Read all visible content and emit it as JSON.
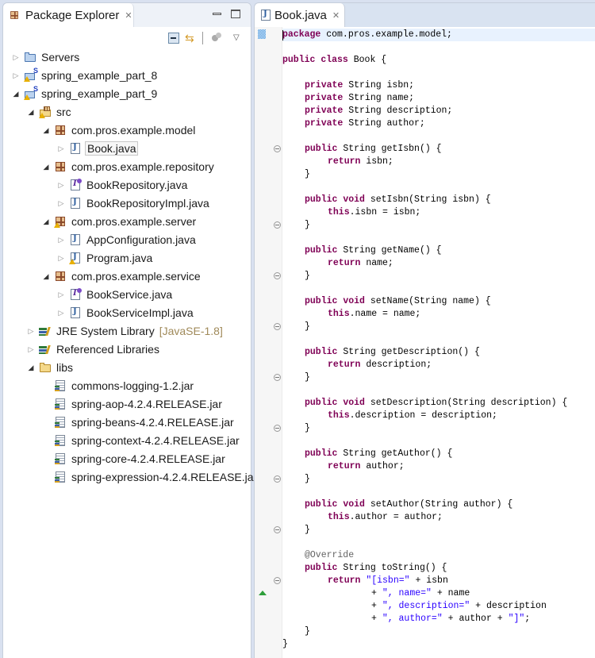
{
  "explorer": {
    "tab_title": "Package Explorer",
    "close_glyph": "✕",
    "toolbar": {
      "collapse_all": "collapse-all",
      "link_with_editor": "⇆",
      "view_menu": "▽"
    },
    "tree": [
      {
        "label": "Servers",
        "depth": 0,
        "icon": "folder-blue",
        "expanded": false
      },
      {
        "label": "spring_example_part_8",
        "depth": 0,
        "icon": "project",
        "expanded": false
      },
      {
        "label": "spring_example_part_9",
        "depth": 0,
        "icon": "project",
        "expanded": true
      },
      {
        "label": "src",
        "depth": 1,
        "icon": "source-folder",
        "expanded": true
      },
      {
        "label": "com.pros.example.model",
        "depth": 2,
        "icon": "package",
        "expanded": true
      },
      {
        "label": "Book.java",
        "depth": 3,
        "icon": "java-file",
        "expanded": false,
        "selected": true
      },
      {
        "label": "com.pros.example.repository",
        "depth": 2,
        "icon": "package",
        "expanded": true
      },
      {
        "label": "BookRepository.java",
        "depth": 3,
        "icon": "interface-file",
        "expanded": false
      },
      {
        "label": "BookRepositoryImpl.java",
        "depth": 3,
        "icon": "java-file",
        "expanded": false
      },
      {
        "label": "com.pros.example.server",
        "depth": 2,
        "icon": "package-warning",
        "expanded": true
      },
      {
        "label": "AppConfiguration.java",
        "depth": 3,
        "icon": "java-file",
        "expanded": false
      },
      {
        "label": "Program.java",
        "depth": 3,
        "icon": "java-file-warning",
        "expanded": false
      },
      {
        "label": "com.pros.example.service",
        "depth": 2,
        "icon": "package",
        "expanded": true
      },
      {
        "label": "BookService.java",
        "depth": 3,
        "icon": "interface-file",
        "expanded": false
      },
      {
        "label": "BookServiceImpl.java",
        "depth": 3,
        "icon": "java-file",
        "expanded": false
      },
      {
        "label": "JRE System Library",
        "suffix": "[JavaSE-1.8]",
        "depth": 1,
        "icon": "library",
        "expanded": false
      },
      {
        "label": "Referenced Libraries",
        "depth": 1,
        "icon": "library",
        "expanded": false
      },
      {
        "label": "libs",
        "depth": 1,
        "icon": "folder",
        "expanded": true
      },
      {
        "label": "commons-logging-1.2.jar",
        "depth": 2,
        "icon": "jar"
      },
      {
        "label": "spring-aop-4.2.4.RELEASE.jar",
        "depth": 2,
        "icon": "jar"
      },
      {
        "label": "spring-beans-4.2.4.RELEASE.jar",
        "depth": 2,
        "icon": "jar"
      },
      {
        "label": "spring-context-4.2.4.RELEASE.jar",
        "depth": 2,
        "icon": "jar"
      },
      {
        "label": "spring-core-4.2.4.RELEASE.jar",
        "depth": 2,
        "icon": "jar"
      },
      {
        "label": "spring-expression-4.2.4.RELEASE.ja",
        "depth": 2,
        "icon": "jar"
      }
    ]
  },
  "editor": {
    "tab_title": "Book.java",
    "close_glyph": "✕",
    "code": {
      "l0": "package com.pros.example.model;",
      "l2": "public class Book {",
      "l4": "private String isbn;",
      "l5": "private String name;",
      "l6": "private String description;",
      "l7": "private String author;",
      "l9": "public String getIsbn() {",
      "l10": "return isbn;",
      "l13": "public void setIsbn(String isbn) {",
      "l14": "this.isbn = isbn;",
      "l17": "public String getName() {",
      "l18": "return name;",
      "l21": "public void setName(String name) {",
      "l22": "this.name = name;",
      "l25": "public String getDescription() {",
      "l26": "return description;",
      "l29": "public void setDescription(String description) {",
      "l30": "this.description = description;",
      "l33": "public String getAuthor() {",
      "l34": "return author;",
      "l37": "public void setAuthor(String author) {",
      "l38": "this.author = author;",
      "l41": "@Override",
      "l42": "public String toString() {",
      "l43": "return \"[isbn=\" + isbn",
      "l44": "+ \", name=\" + name",
      "l45": "+ \", description=\" + description",
      "l46": "+ \", author=\" + author + \"]\";",
      "close": "}"
    }
  },
  "colors": {
    "keyword": "#7f0055",
    "field": "#0000c0",
    "string": "#2a00ff",
    "annotation": "#646464",
    "current_line": "#e8f2fe",
    "frame_bg": "#d9e1f0"
  }
}
